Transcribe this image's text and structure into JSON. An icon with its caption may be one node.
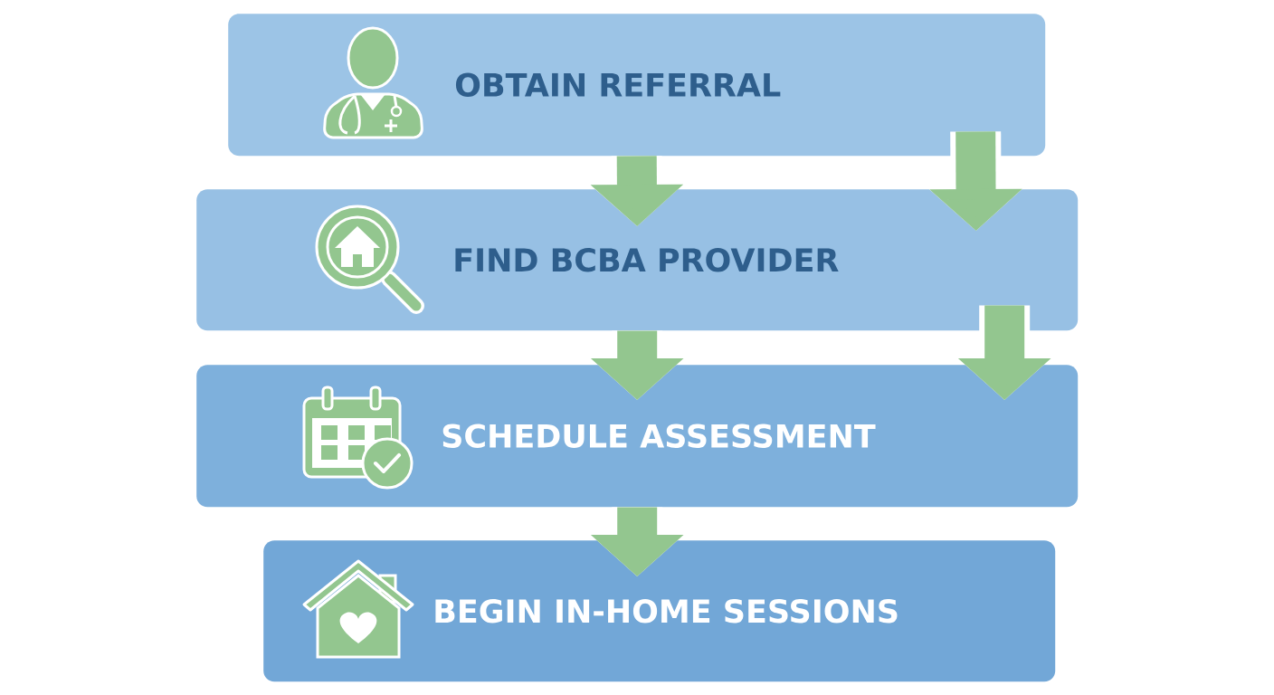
{
  "diagram": {
    "nodes": [
      {
        "text": [
          "OBTAIN REFERRAL"
        ]
      },
      {
        "text": [
          "FIND BCBA PROVIDER"
        ]
      },
      {
        "text": [
          "SCHEDULE ASSESSMENT"
        ]
      },
      {
        "text": [
          "BEGIN IN-HOME SESSIONS"
        ]
      }
    ],
    "edges": [
      {
        "from": 0,
        "to": 1,
        "arrow": "to"
      },
      {
        "from": 0,
        "to": 1,
        "arrow": "to"
      },
      {
        "from": 1,
        "to": 2,
        "arrow": "to"
      },
      {
        "from": 1,
        "to": 2,
        "arrow": "to"
      },
      {
        "from": 2,
        "to": 3,
        "arrow": "to"
      }
    ]
  }
}
